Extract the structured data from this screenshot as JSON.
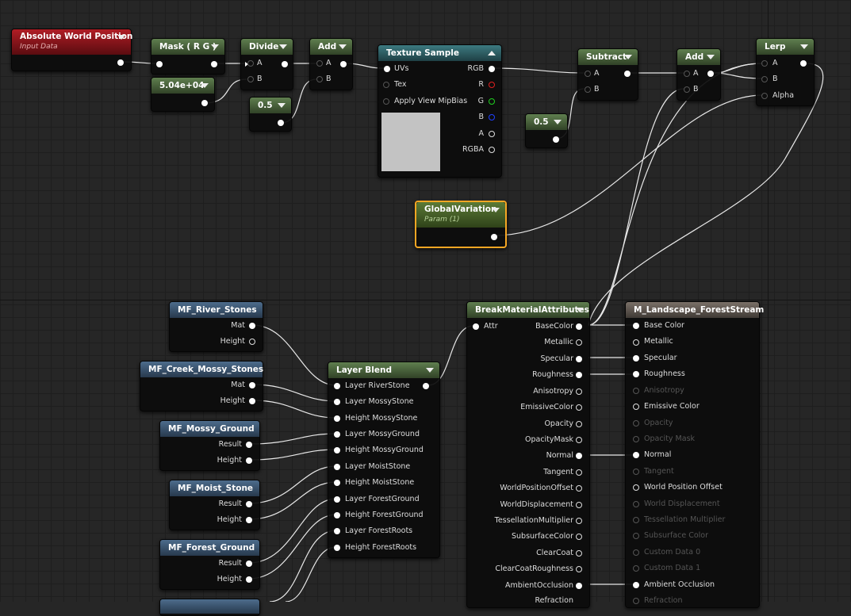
{
  "nodes": {
    "absolute_world_position": {
      "title": "Absolute World Position",
      "subtitle": "Input Data"
    },
    "mask": {
      "title": "Mask ( R G )"
    },
    "divide": {
      "title": "Divide",
      "pin_a": "A",
      "pin_b": "B"
    },
    "add1": {
      "title": "Add",
      "pin_a": "A",
      "pin_b": "B"
    },
    "const_504": {
      "value": "5.04e+04"
    },
    "const_05a": {
      "value": "0.5"
    },
    "texture_sample": {
      "title": "Texture Sample",
      "inputs": [
        "UVs",
        "Tex",
        "Apply View MipBias"
      ],
      "outputs": [
        "RGB",
        "R",
        "G",
        "B",
        "A",
        "RGBA"
      ]
    },
    "subtract": {
      "title": "Subtract",
      "pin_a": "A",
      "pin_b": "B"
    },
    "const_05b": {
      "value": "0.5"
    },
    "add2": {
      "title": "Add",
      "pin_a": "A",
      "pin_b": "B"
    },
    "lerp": {
      "title": "Lerp",
      "pin_a": "A",
      "pin_b": "B",
      "pin_alpha": "Alpha"
    },
    "global_variation": {
      "title": "GlobalVariation",
      "subtitle": "Param (1)"
    },
    "mf_river_stones": {
      "title": "MF_River_Stones",
      "out1": "Mat",
      "out2": "Height"
    },
    "mf_creek": {
      "title": "MF_Creek_Mossy_Stones",
      "out1": "Mat",
      "out2": "Height"
    },
    "mf_mossy_ground": {
      "title": "MF_Mossy_Ground",
      "out1": "Result",
      "out2": "Height"
    },
    "mf_moist_stone": {
      "title": "MF_Moist_Stone",
      "out1": "Result",
      "out2": "Height"
    },
    "mf_forest_ground": {
      "title": "MF_Forest_Ground",
      "out1": "Result",
      "out2": "Height"
    },
    "layer_blend": {
      "title": "Layer Blend",
      "inputs": [
        "Layer RiverStone",
        "Layer MossyStone",
        "Height MossyStone",
        "Layer MossyGround",
        "Height MossyGround",
        "Layer MoistStone",
        "Height MoistStone",
        "Layer ForestGround",
        "Height ForestGround",
        "Layer ForestRoots",
        "Height ForestRoots"
      ]
    },
    "break_attrs": {
      "title": "BreakMaterialAttributes",
      "input": "Attr",
      "outputs": [
        "BaseColor",
        "Metallic",
        "Specular",
        "Roughness",
        "Anisotropy",
        "EmissiveColor",
        "Opacity",
        "OpacityMask",
        "Normal",
        "Tangent",
        "WorldPositionOffset",
        "WorldDisplacement",
        "TessellationMultiplier",
        "SubsurfaceColor",
        "ClearCoat",
        "ClearCoatRoughness",
        "AmbientOcclusion",
        "Refraction"
      ]
    },
    "material_result": {
      "title": "M_Landscape_ForestStream",
      "inputs": [
        "Base Color",
        "Metallic",
        "Specular",
        "Roughness",
        "Anisotropy",
        "Emissive Color",
        "Opacity",
        "Opacity Mask",
        "Normal",
        "Tangent",
        "World Position Offset",
        "World Displacement",
        "Tessellation Multiplier",
        "Subsurface Color",
        "Custom Data 0",
        "Custom Data 1",
        "Ambient Occlusion",
        "Refraction"
      ]
    }
  }
}
